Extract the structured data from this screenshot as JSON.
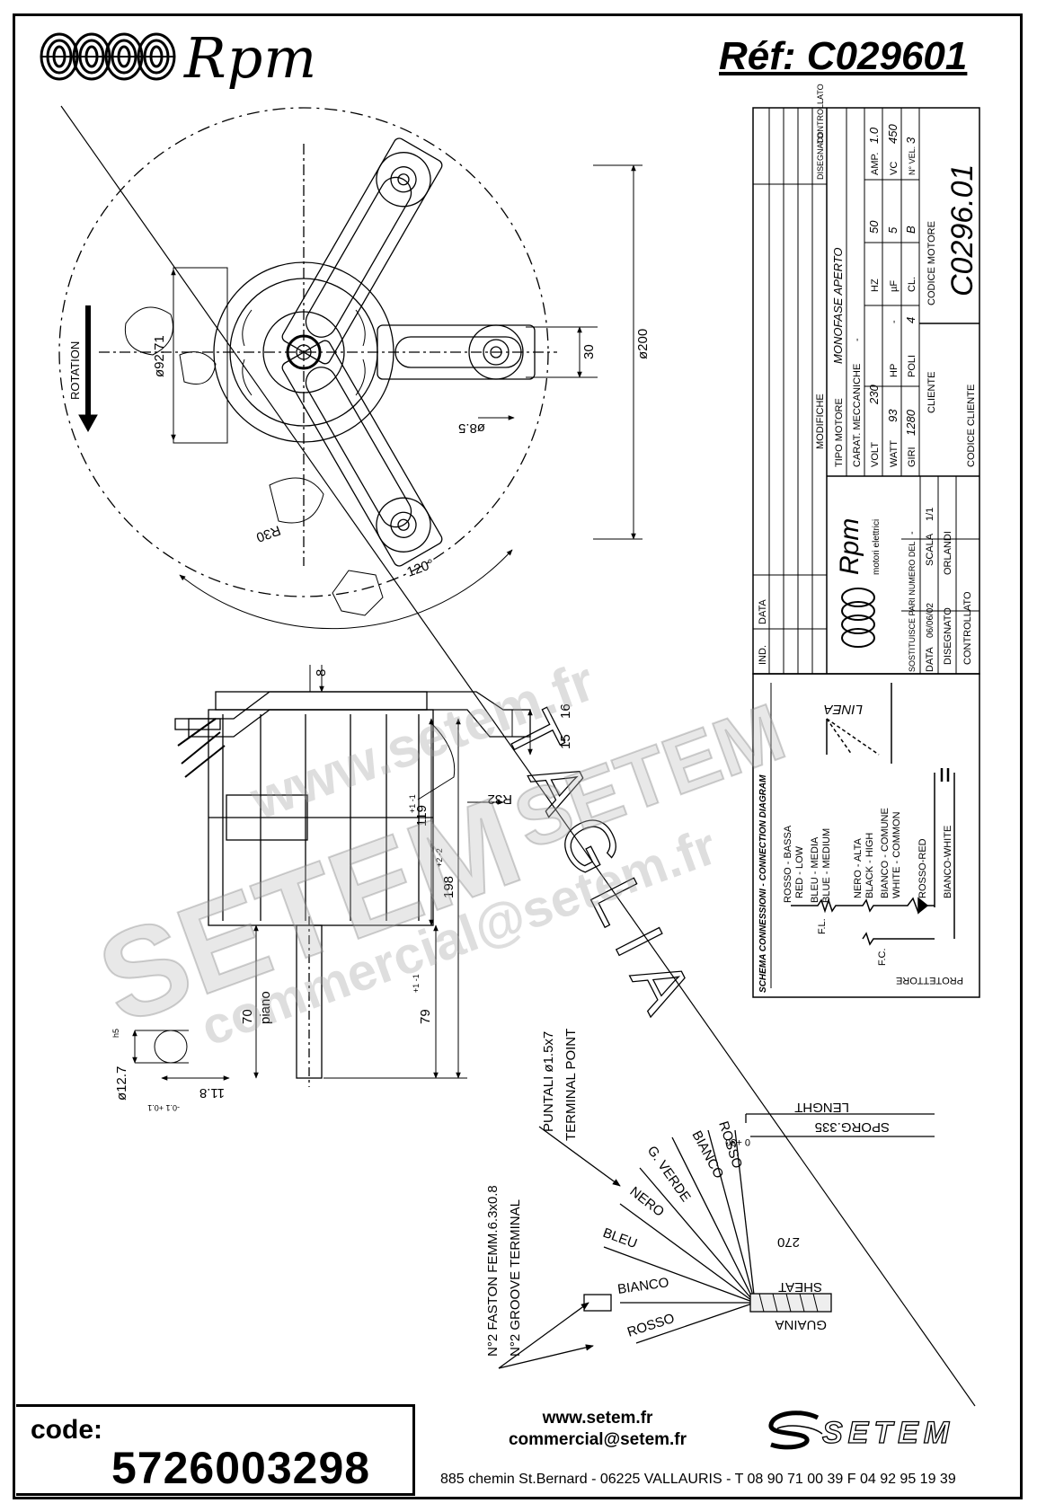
{
  "header": {
    "brand": "Rpm",
    "reference": "Réf:  C029601"
  },
  "drawing": {
    "rotation_label": "ROTATION",
    "dims": {
      "d200": "ø200",
      "d92": "ø92.71",
      "h30": "30",
      "d85": "ø8.5",
      "r30": "R30",
      "angle120": "120°",
      "d8": "8",
      "d15": "15",
      "d16": "16",
      "d119": "119",
      "d119tol": "+1 -1",
      "d198": "198",
      "d198tol": "+2 -2",
      "r32": "R32",
      "d70": "70",
      "piano": "piano",
      "d79": "79",
      "d79tol": "+1 -1",
      "shaft": "ø12.7",
      "shaft_tol": "h5",
      "flat": "11.8",
      "flat_tol": "-0.1 +0.1"
    },
    "wiring_labels": {
      "puntali": "PUNTALI ø1.5x7",
      "terminal_point": "TERMINAL POINT",
      "faston": "N°2 FASTON FEMM.6.3x0.8",
      "groove": "N°2 GROOVE TERMINAL",
      "lenght": "LENGHT",
      "sporg": "SPORG.335",
      "sporg_tol": "0 +30",
      "d270": "270",
      "sheat": "SHEAT",
      "guaina": "GUAINA",
      "wires": [
        "ROSSO",
        "BIANCO",
        "BLEU",
        "NERO",
        "G. VERDE",
        "BIANCO",
        "ROSSO"
      ]
    },
    "cut_word": "TAGLIA"
  },
  "title_block": {
    "revision_headers": [
      "IND.",
      "DATA",
      "MODIFICHE",
      "DISEGNATO",
      "CONTROLLATO"
    ],
    "tipo_motore_label": "TIPO MOTORE",
    "tipo_motore": "MONOFASE APERTO",
    "carat_label": "CARAT. MECCANICHE",
    "carat_value": "-",
    "volt_label": "VOLT",
    "volt": "230",
    "hz_label": "HZ",
    "hz": "50",
    "amp_label": "AMP.",
    "amp": "1.0",
    "watt_label": "WATT",
    "watt": "93",
    "hp_label": "HP",
    "hp": "-",
    "uf_label": "µF",
    "uf": "5",
    "vc_label": "VC",
    "vc": "450",
    "giri_label": "GIRI",
    "giri": "1280",
    "poli_label": "POLI",
    "poli": "4",
    "cl_label": "CL.",
    "cl": "B",
    "nvel_label": "N° VEL.",
    "nvel": "3",
    "cliente_label": "CLIENTE",
    "codice_motore_label": "CODICE MOTORE",
    "codice_motore": "C0296.01",
    "codice_cliente_label": "CODICE CLIENTE",
    "rpm_logo": "Rpm",
    "rpm_sub": "motori elettrici",
    "sostituisce_label": "SOSTITUISCE PARI NUMERO DEL",
    "sostituisce": "-",
    "data_label": "DATA",
    "data": "06/06/02",
    "scala_label": "SCALA",
    "scala": "1/1",
    "disegnato_label": "DISEGNATO",
    "disegnato": "ORLANDI",
    "controllato_label": "CONTROLLATO"
  },
  "connection_diagram": {
    "title": "SCHEMA CONNESSIONI - CONNECTION DIAGRAM",
    "linea": "LINEA",
    "wires": [
      [
        "ROSSO - BASSA",
        "RED - LOW"
      ],
      [
        "BLEU - MEDIA",
        "BLUE - MEDIUM"
      ],
      [
        "NERO - ALTA",
        "BLACK - HIGH"
      ],
      [
        "BIANCO - COMUNE",
        "WHITE - COMMON"
      ],
      [
        "ROSSO-RED"
      ],
      [
        "BIANCO-WHITE"
      ]
    ],
    "fl": "F.L.",
    "fc": "F.C.",
    "protettore": "PROTETTORE"
  },
  "footer": {
    "code_label": "code:",
    "code_value": "5726003298",
    "website": "www.setem.fr",
    "email": "commercial@setem.fr",
    "address": "885 chemin St.Bernard  -  06225 VALLAURIS  -  T 08 90 71 00 39   F 04 92 95 19 39",
    "setem_logo": "SETEM"
  },
  "watermark": {
    "line1": "www.setem.fr",
    "line2": "SETEM",
    "line3": "SETEM",
    "line4": "commercial@setem.fr"
  }
}
